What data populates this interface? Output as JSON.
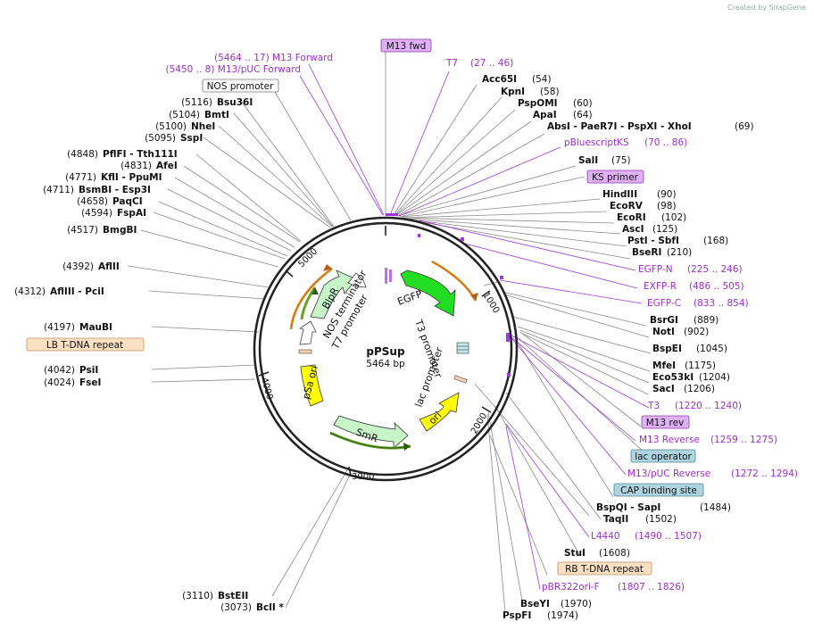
{
  "credit": "Created by SnapGene",
  "plasmid": {
    "name": "pPSup",
    "size": "5464 bp"
  },
  "ticks": [
    "1000",
    "2000",
    "3000",
    "4000",
    "5000"
  ],
  "features": [
    "EGFP",
    "T3 promoter",
    "lac promoter",
    "ori",
    "SmR",
    "pSa ori",
    "T7 promoter",
    "NOS terminator",
    "BlpR"
  ],
  "boxed": [
    "M13 fwd",
    "KS primer",
    "NOS promoter",
    "LB T-DNA repeat",
    "M13 rev",
    "lac operator",
    "CAP binding site",
    "RB T-DNA repeat"
  ],
  "labels": [
    [
      "(5464 .. 17)  M13 Forward",
      "prim"
    ],
    [
      "(5450 .. 8)  M13/pUC Forward",
      "prim"
    ],
    [
      "(5116)",
      "pos"
    ],
    [
      "Bsu36I",
      "enz"
    ],
    [
      "(5104)",
      "pos"
    ],
    [
      "BmtI",
      "enz"
    ],
    [
      "(5100)",
      "pos"
    ],
    [
      "NheI",
      "enz"
    ],
    [
      "(5095)",
      "pos"
    ],
    [
      "SspI",
      "enz"
    ],
    [
      "(4848)",
      "pos"
    ],
    [
      "PflFI   - Tth111I",
      "enz"
    ],
    [
      "(4831)",
      "pos"
    ],
    [
      "AfeI",
      "enz"
    ],
    [
      "(4771)",
      "pos"
    ],
    [
      "KflI   - PpuMI",
      "enz"
    ],
    [
      "(4711)",
      "pos"
    ],
    [
      "BsmBI   - Esp3I",
      "enz"
    ],
    [
      "(4658)",
      "pos"
    ],
    [
      "PaqCI",
      "enz"
    ],
    [
      "(4594)",
      "pos"
    ],
    [
      "FspAI",
      "enz"
    ],
    [
      "(4517)",
      "pos"
    ],
    [
      "BmgBI",
      "enz"
    ],
    [
      "(4392)",
      "pos"
    ],
    [
      "AflII",
      "enz"
    ],
    [
      "(4312)",
      "pos"
    ],
    [
      "AflIII   - PciI",
      "enz"
    ],
    [
      "(4197)",
      "pos"
    ],
    [
      "MauBI",
      "enz"
    ],
    [
      "(4042)",
      "pos"
    ],
    [
      "PsiI",
      "enz"
    ],
    [
      "(4024)",
      "pos"
    ],
    [
      "FseI",
      "enz"
    ],
    [
      "(3110)",
      "pos"
    ],
    [
      "BstEII",
      "enz"
    ],
    [
      "(3073)",
      "pos"
    ],
    [
      "BclI *",
      "enz"
    ],
    [
      "T7",
      "prim"
    ],
    [
      "(27 .. 46)",
      "prim"
    ],
    [
      "Acc65I",
      "enz"
    ],
    [
      "(54)",
      "pos"
    ],
    [
      "KpnI",
      "enz"
    ],
    [
      "(58)",
      "pos"
    ],
    [
      "PspOMI",
      "enz"
    ],
    [
      "(60)",
      "pos"
    ],
    [
      "ApaI",
      "enz"
    ],
    [
      "(64)",
      "pos"
    ],
    [
      "AbsI   - PaeR7I   - PspXI   - XhoI",
      "enz"
    ],
    [
      "(69)",
      "pos"
    ],
    [
      "pBluescriptKS",
      "prim"
    ],
    [
      "(70 .. 86)",
      "prim"
    ],
    [
      "SalI",
      "enz"
    ],
    [
      "(75)",
      "pos"
    ],
    [
      "HindIII",
      "enz"
    ],
    [
      "(90)",
      "pos"
    ],
    [
      "EcoRV",
      "enz"
    ],
    [
      "(98)",
      "pos"
    ],
    [
      "EcoRI",
      "enz"
    ],
    [
      "(102)",
      "pos"
    ],
    [
      "AscI",
      "enz"
    ],
    [
      "(125)",
      "pos"
    ],
    [
      "PstI   - SbfI",
      "enz"
    ],
    [
      "(168)",
      "pos"
    ],
    [
      "BseRI",
      "enz"
    ],
    [
      "(210)",
      "pos"
    ],
    [
      "EGFP-N",
      "prim"
    ],
    [
      "(225 .. 246)",
      "prim"
    ],
    [
      "EXFP-R",
      "prim"
    ],
    [
      "(486 .. 505)",
      "prim"
    ],
    [
      "EGFP-C",
      "prim"
    ],
    [
      "(833 .. 854)",
      "prim"
    ],
    [
      "BsrGI",
      "enz"
    ],
    [
      "(889)",
      "pos"
    ],
    [
      "NotI",
      "enz"
    ],
    [
      "(902)",
      "pos"
    ],
    [
      "BspEI",
      "enz"
    ],
    [
      "(1045)",
      "pos"
    ],
    [
      "MfeI",
      "enz"
    ],
    [
      "(1175)",
      "pos"
    ],
    [
      "Eco53kI",
      "enz"
    ],
    [
      "(1204)",
      "pos"
    ],
    [
      "SacI",
      "enz"
    ],
    [
      "(1206)",
      "pos"
    ],
    [
      "T3",
      "prim"
    ],
    [
      "(1220 .. 1240)",
      "prim"
    ],
    [
      "M13 Reverse",
      "prim"
    ],
    [
      "(1259 .. 1275)",
      "prim"
    ],
    [
      "M13/pUC Reverse",
      "prim"
    ],
    [
      "(1272 .. 1294)",
      "prim"
    ],
    [
      "BspQI   - SapI",
      "enz"
    ],
    [
      "(1484)",
      "pos"
    ],
    [
      "TaqII",
      "enz"
    ],
    [
      "(1502)",
      "pos"
    ],
    [
      "L4440",
      "prim"
    ],
    [
      "(1490 .. 1507)",
      "prim"
    ],
    [
      "StuI",
      "enz"
    ],
    [
      "(1608)",
      "pos"
    ],
    [
      "pBR322ori-F",
      "prim"
    ],
    [
      "(1807 .. 1826)",
      "prim"
    ],
    [
      "BseYI",
      "enz"
    ],
    [
      "(1970)",
      "pos"
    ],
    [
      "PspFI",
      "enz"
    ],
    [
      "(1974)",
      "pos"
    ]
  ]
}
